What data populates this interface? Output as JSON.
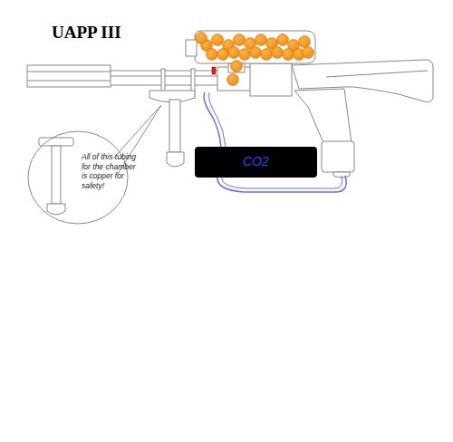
{
  "diagram": {
    "title": "UAPP III",
    "nodes": [
      {
        "text": [
          "All of this tubing for the chamber is copper for safety!"
        ]
      },
      {
        "text": [
          "CO2"
        ]
      }
    ]
  }
}
